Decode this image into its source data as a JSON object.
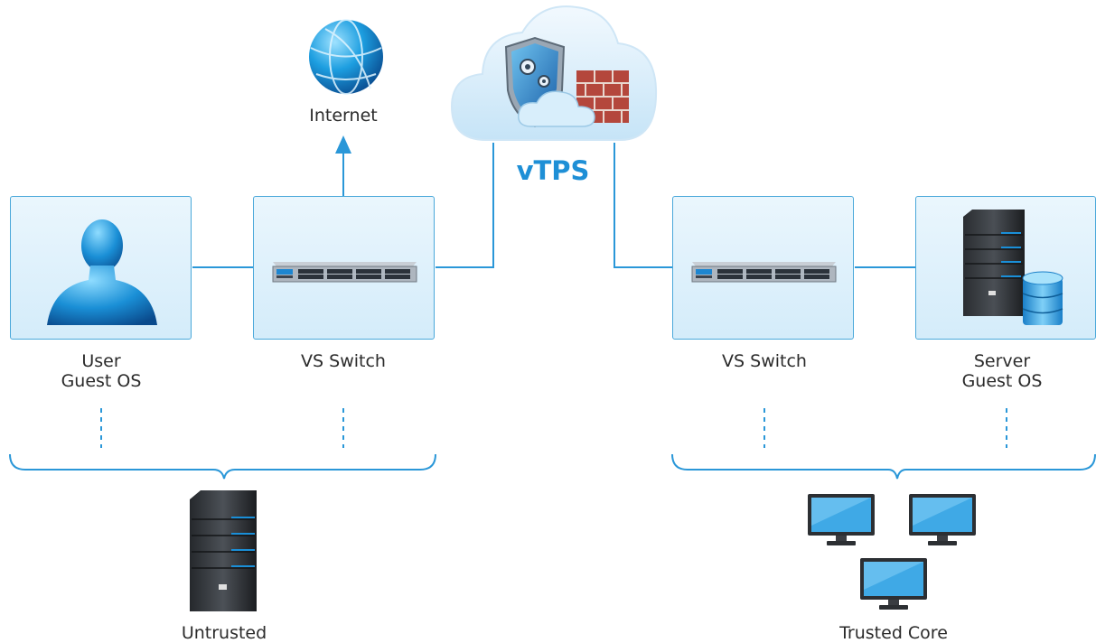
{
  "internet": {
    "label": "Internet"
  },
  "vtps": {
    "label": "vTPS"
  },
  "nodes": {
    "user": {
      "line1": "User",
      "line2": "Guest OS"
    },
    "switch_left": {
      "label": "VS Switch"
    },
    "switch_right": {
      "label": "VS Switch"
    },
    "server": {
      "line1": "Server",
      "line2": "Guest OS"
    }
  },
  "groups": {
    "untrusted": {
      "label": "Untrusted"
    },
    "trusted": {
      "label": "Trusted Core"
    }
  },
  "colors": {
    "accent": "#1e8fd6",
    "line": "#2a97d8",
    "box_border": "#4aa8da"
  }
}
